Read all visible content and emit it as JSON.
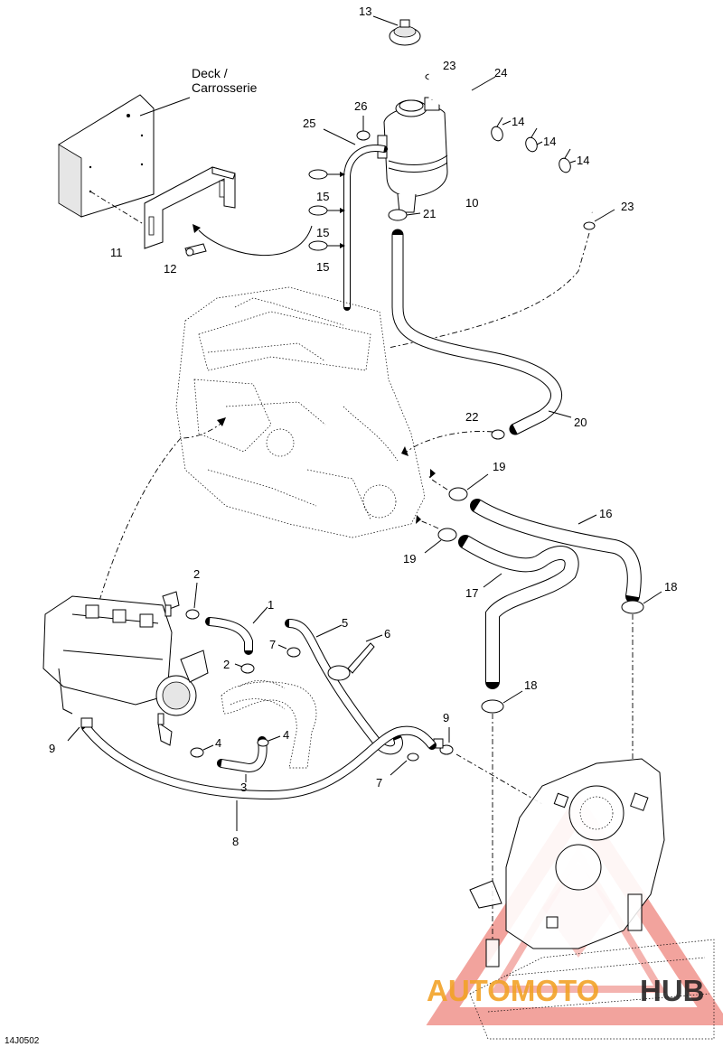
{
  "deck_label": [
    "Deck /",
    "Carrosserie"
  ],
  "ref_code": "14J0502",
  "watermark": {
    "text_orange": "AUTOMOTO",
    "text_black": "HUB",
    "orange_color": "#f2a227",
    "red_color": "#e23a2e"
  },
  "parts": {
    "p1": "1",
    "p2a": "2",
    "p2b": "2",
    "p3": "3",
    "p4a": "4",
    "p4b": "4",
    "p5": "5",
    "p6": "6",
    "p7a": "7",
    "p7b": "7",
    "p8": "8",
    "p9a": "9",
    "p9b": "9",
    "p10": "10",
    "p11": "11",
    "p12": "12",
    "p13": "13",
    "p14a": "14",
    "p14b": "14",
    "p14c": "14",
    "p15a": "15",
    "p15b": "15",
    "p15c": "15",
    "p16": "16",
    "p17": "17",
    "p18a": "18",
    "p18b": "18",
    "p19a": "19",
    "p19b": "19",
    "p20": "20",
    "p21": "21",
    "p22": "22",
    "p23a": "23",
    "p23b": "23",
    "p24": "24",
    "p25": "25",
    "p26": "26"
  }
}
